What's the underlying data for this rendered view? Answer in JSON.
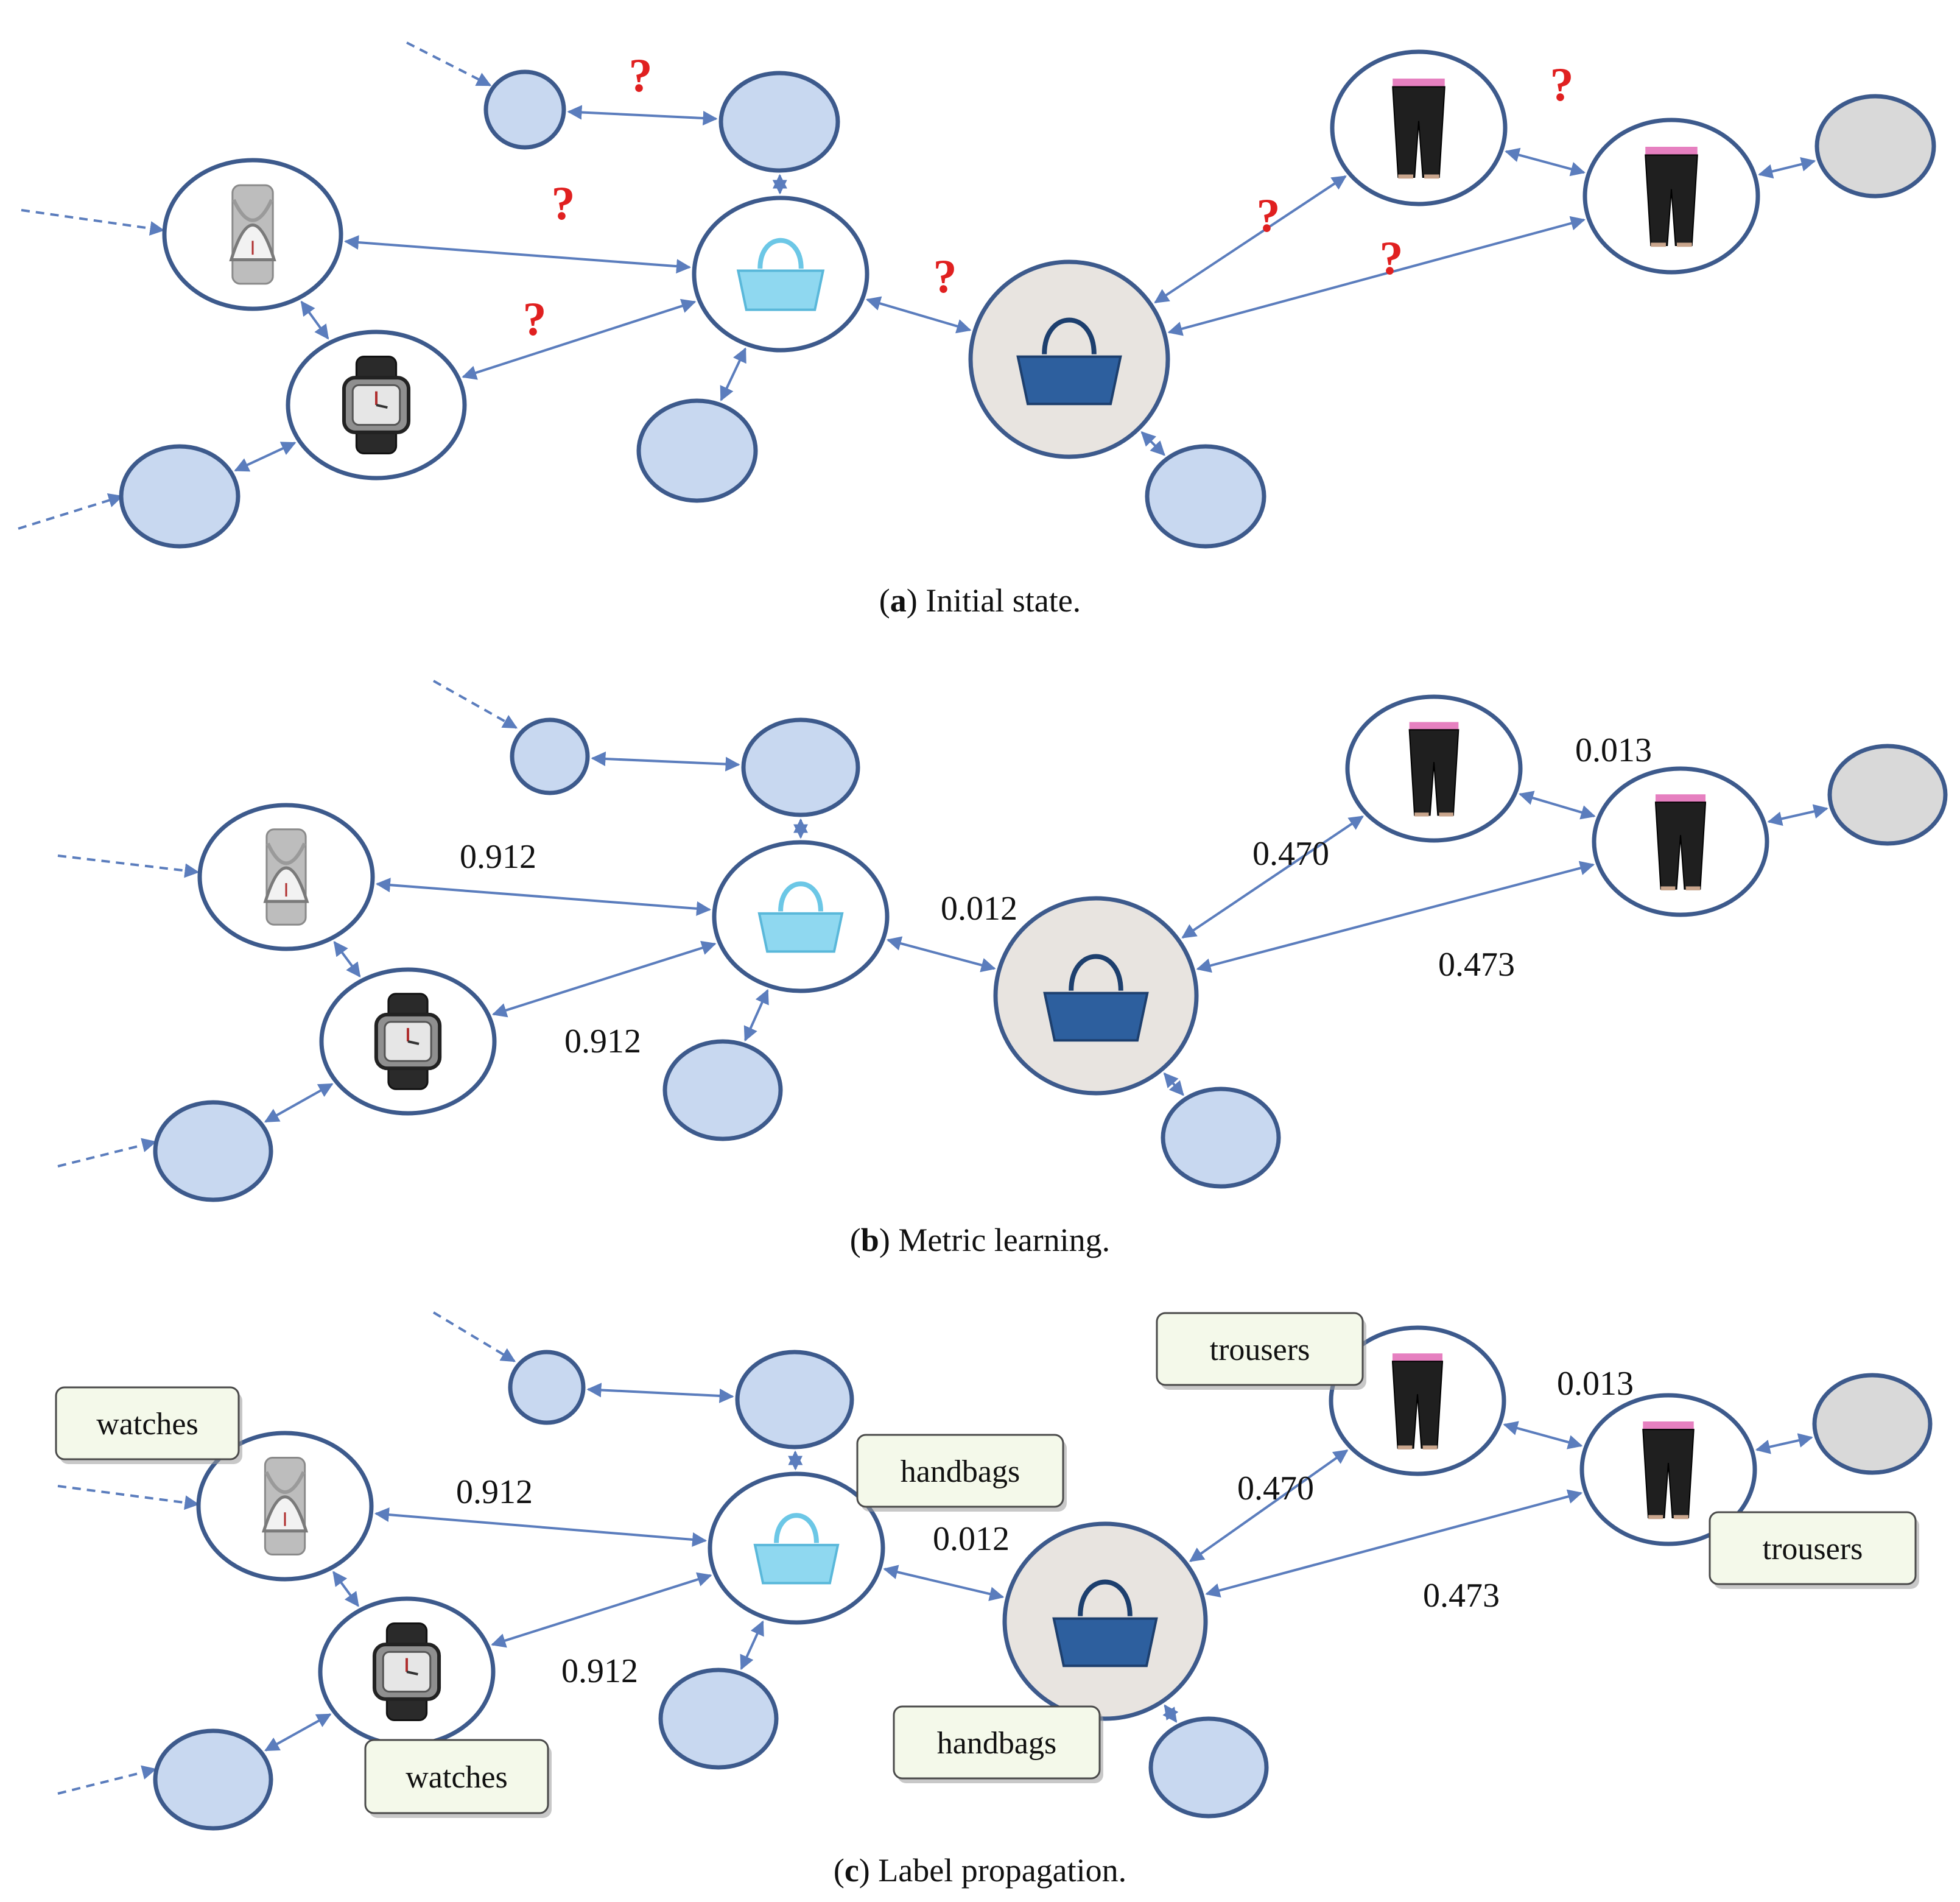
{
  "colors": {
    "node_fill": "#c8d8f0",
    "node_stroke": "#3d5a8c",
    "unlabeled_gray": "#d9d9d9",
    "edge": "#5b7dbd",
    "question": "#e02020",
    "label_box": "#f4f9ea"
  },
  "icons": {
    "watch1": "silver-watch-icon",
    "watch2": "black-watch-icon",
    "bag1": "light-blue-handbag-icon",
    "bag2": "dark-blue-handbag-icon",
    "trousers1": "black-trousers-icon",
    "trousers2": "black-trousers-icon"
  },
  "panels": [
    {
      "id": "a",
      "caption_letter": "a",
      "caption_text": "Initial state.",
      "edge_weights": {
        "w_w1b1": "?",
        "w_w2b1": "?",
        "w_b1b2": "?",
        "w_b2t1": "?",
        "w_b2t2": "?",
        "w_t1t2": "?",
        "w_s1s2": "?"
      },
      "labels": {}
    },
    {
      "id": "b",
      "caption_letter": "b",
      "caption_text": "Metric learning.",
      "edge_weights": {
        "w_w1b1": "0.912",
        "w_w2b1": "0.912",
        "w_b1b2": "0.012",
        "w_b2t1": "0.470",
        "w_b2t2": "0.473",
        "w_t1t2": "0.013"
      },
      "labels": {}
    },
    {
      "id": "c",
      "caption_letter": "c",
      "caption_text": "Label propagation.",
      "edge_weights": {
        "w_w1b1": "0.912",
        "w_w2b1": "0.912",
        "w_b1b2": "0.012",
        "w_b2t1": "0.470",
        "w_b2t2": "0.473",
        "w_t1t2": "0.013"
      },
      "labels": {
        "w1": "watches",
        "w2": "watches",
        "b1": "handbags",
        "b2": "handbags",
        "t1": "trousers",
        "t2": "trousers"
      }
    }
  ]
}
